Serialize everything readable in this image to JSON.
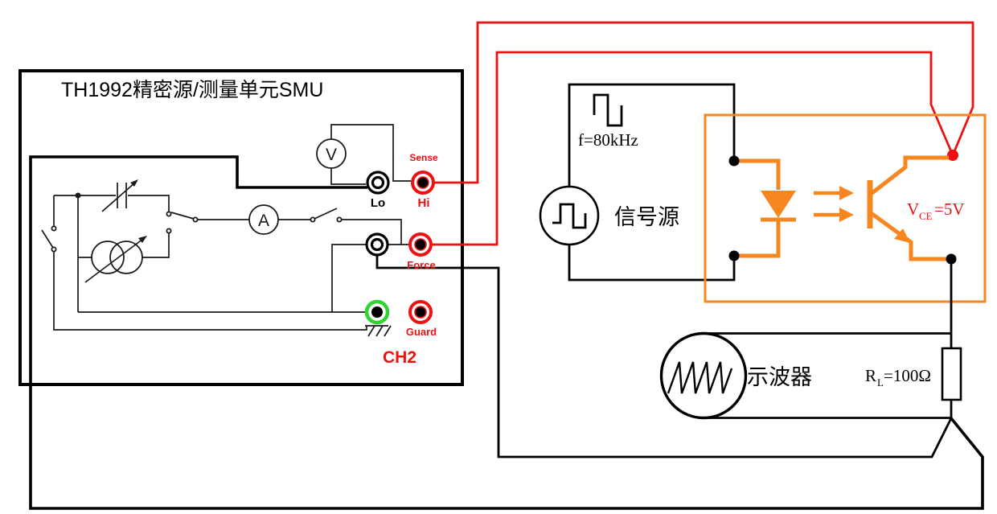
{
  "title": "TH1992精密源/测量单元SMU",
  "smu": {
    "voltmeter": "V",
    "ammeter": "A",
    "sense_label": "Sense",
    "hi_label": "Hi",
    "lo_label": "Lo",
    "force_label": "Force",
    "guard_label": "Guard",
    "channel_label": "CH2"
  },
  "signal_source": {
    "label": "信号源",
    "frequency": "f=80kHz"
  },
  "optocoupler": {
    "vce_v": "V",
    "vce_sub": "CE",
    "vce_eq": "=5V"
  },
  "oscilloscope": {
    "label": "示波器"
  },
  "load_resistor": {
    "r": "R",
    "r_sub": "L",
    "r_eq": "=100Ω"
  },
  "colors": {
    "red": "#ee1111",
    "orange": "#f6861f",
    "green": "#2fd42f",
    "black": "#000000"
  }
}
